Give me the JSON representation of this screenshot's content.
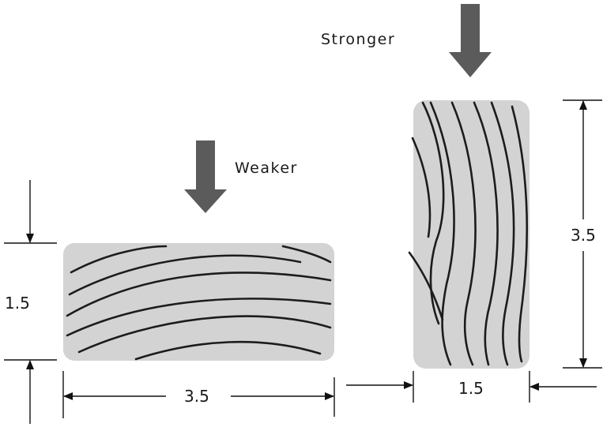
{
  "labels": {
    "stronger": "Stronger",
    "weaker": "Weaker"
  },
  "flat_board": {
    "width_label": "3.5",
    "height_label": "1.5"
  },
  "upright_board": {
    "width_label": "1.5",
    "height_label": "3.5"
  },
  "colors": {
    "wood": "#d3d3d3",
    "grain": "#1c1c1c",
    "load_arrow": "#5b5b5b"
  }
}
